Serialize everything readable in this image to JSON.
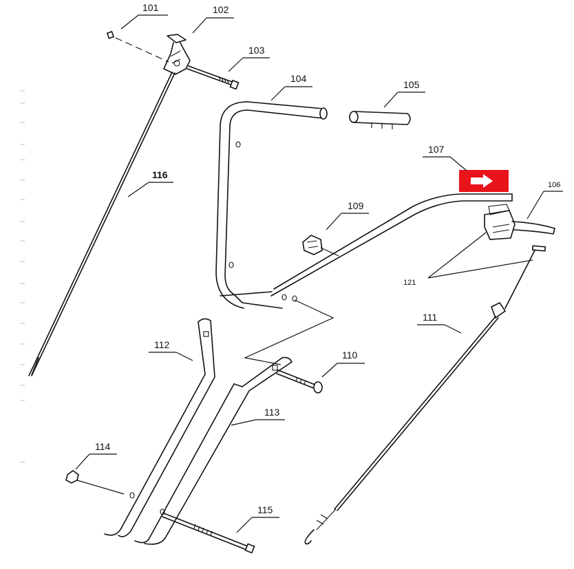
{
  "diagram": {
    "callouts": [
      {
        "id": "101",
        "text": "101"
      },
      {
        "id": "102",
        "text": "102"
      },
      {
        "id": "103",
        "text": "103"
      },
      {
        "id": "104",
        "text": "104"
      },
      {
        "id": "105",
        "text": "105"
      },
      {
        "id": "106",
        "text": "106"
      },
      {
        "id": "107",
        "text": "107"
      },
      {
        "id": "109",
        "text": "109"
      },
      {
        "id": "110",
        "text": "110"
      },
      {
        "id": "111",
        "text": "111"
      },
      {
        "id": "112",
        "text": "112"
      },
      {
        "id": "113",
        "text": "113"
      },
      {
        "id": "114",
        "text": "114"
      },
      {
        "id": "115",
        "text": "115"
      },
      {
        "id": "116",
        "text": "116"
      },
      {
        "id": "121",
        "text": "121"
      }
    ],
    "highlight": {
      "fill_color": "#e8141a",
      "arrow_color": "#ffffff"
    }
  }
}
